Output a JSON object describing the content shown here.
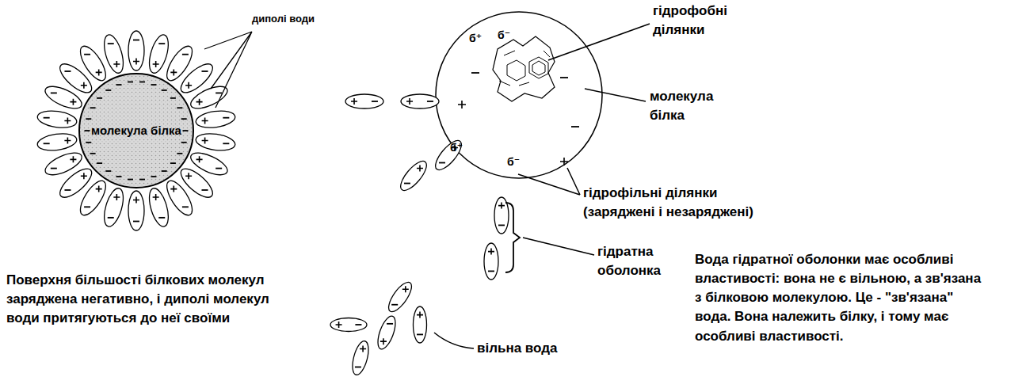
{
  "diagram": {
    "nodes": [
      {
        "text": [
          "молекула білка"
        ]
      }
    ],
    "labels": [
      "диполі води",
      "Поверхня більшості білкових молекул заряджена негативно, і диполі молекул води притягуються до неї своїми",
      "гідрофобні ділянки",
      "б⁺",
      "б⁻",
      "молекула білка",
      "б⁺",
      "б⁻",
      "гідрофільні ділянки (заряджені і незаряджені)",
      "гідратна оболонка",
      "Вода гідратної оболонки має особливі властивості: вона не є вільною, а зв'язана з білковою молекулою. Це - \"зв'язана\" вода. Вона належить білку, і тому має особливі властивості.",
      "вільна вода"
    ]
  }
}
